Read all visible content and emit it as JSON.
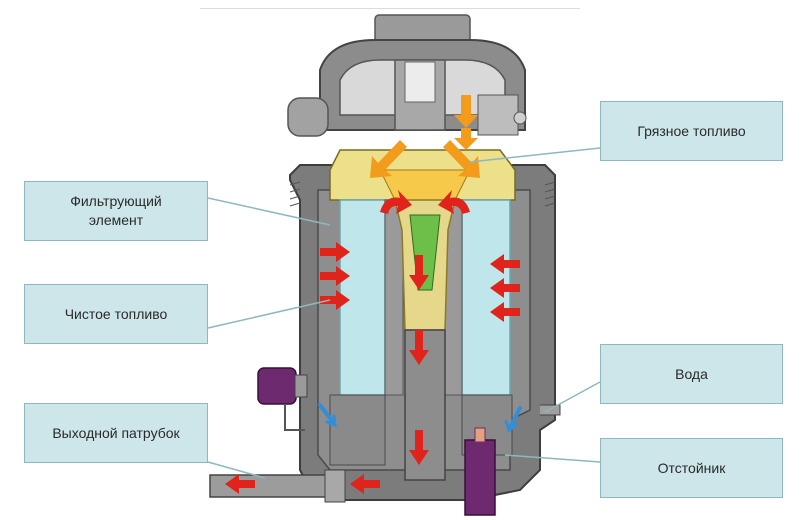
{
  "labels": {
    "filter_element_line1": "Фильтрующий",
    "filter_element_line2": "элемент",
    "clean_fuel": "Чистое топливо",
    "outlet_pipe": "Выходной патрубок",
    "dirty_fuel": "Грязное топливо",
    "water": "Вода",
    "settler": "Отстойник"
  },
  "colors": {
    "label_fill": "#cde6ea",
    "label_border": "#8fb7bf",
    "housing": "#7a7a7a",
    "housing_light": "#b5b5b5",
    "filter_media": "#bfe6ea",
    "yellow_zone": "#ece08a",
    "orange_arrow": "#f39c1c",
    "red_arrow": "#e0231b",
    "blue_arrow": "#2f8fd8",
    "purple_valve": "#6e2a6e",
    "green_core": "#6cc04a",
    "leader_line": "#8fb7bf"
  },
  "icons": {
    "flow_clean": "red-arrow-icon",
    "flow_dirty": "orange-arrow-icon",
    "flow_water": "blue-arrow-icon"
  }
}
